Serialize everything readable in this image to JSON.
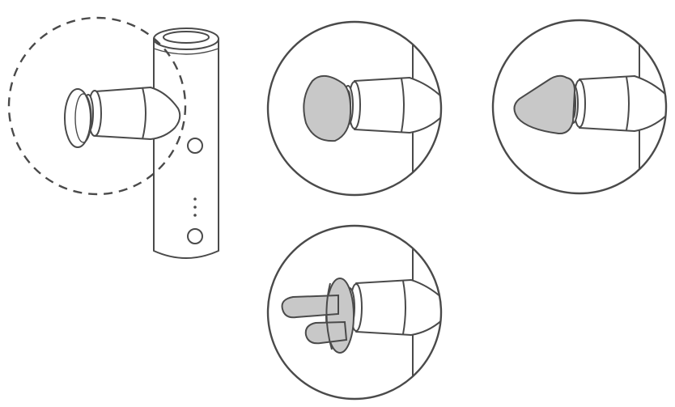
{
  "figure": {
    "kind": "product-illustration",
    "subject": "massage-gun-attachments",
    "main_device": {
      "highlight_style": "dashed-circle",
      "buttons_count": 2,
      "indicator_dots": 3,
      "attachment": "flat-head"
    },
    "detail_views": [
      {
        "attachment": "round-head"
      },
      {
        "attachment": "cone-head"
      },
      {
        "attachment": "fork-head"
      }
    ],
    "colors": {
      "stroke": "#4a4a4a",
      "attachment_fill": "#c8c8c8",
      "background": "#ffffff"
    }
  }
}
